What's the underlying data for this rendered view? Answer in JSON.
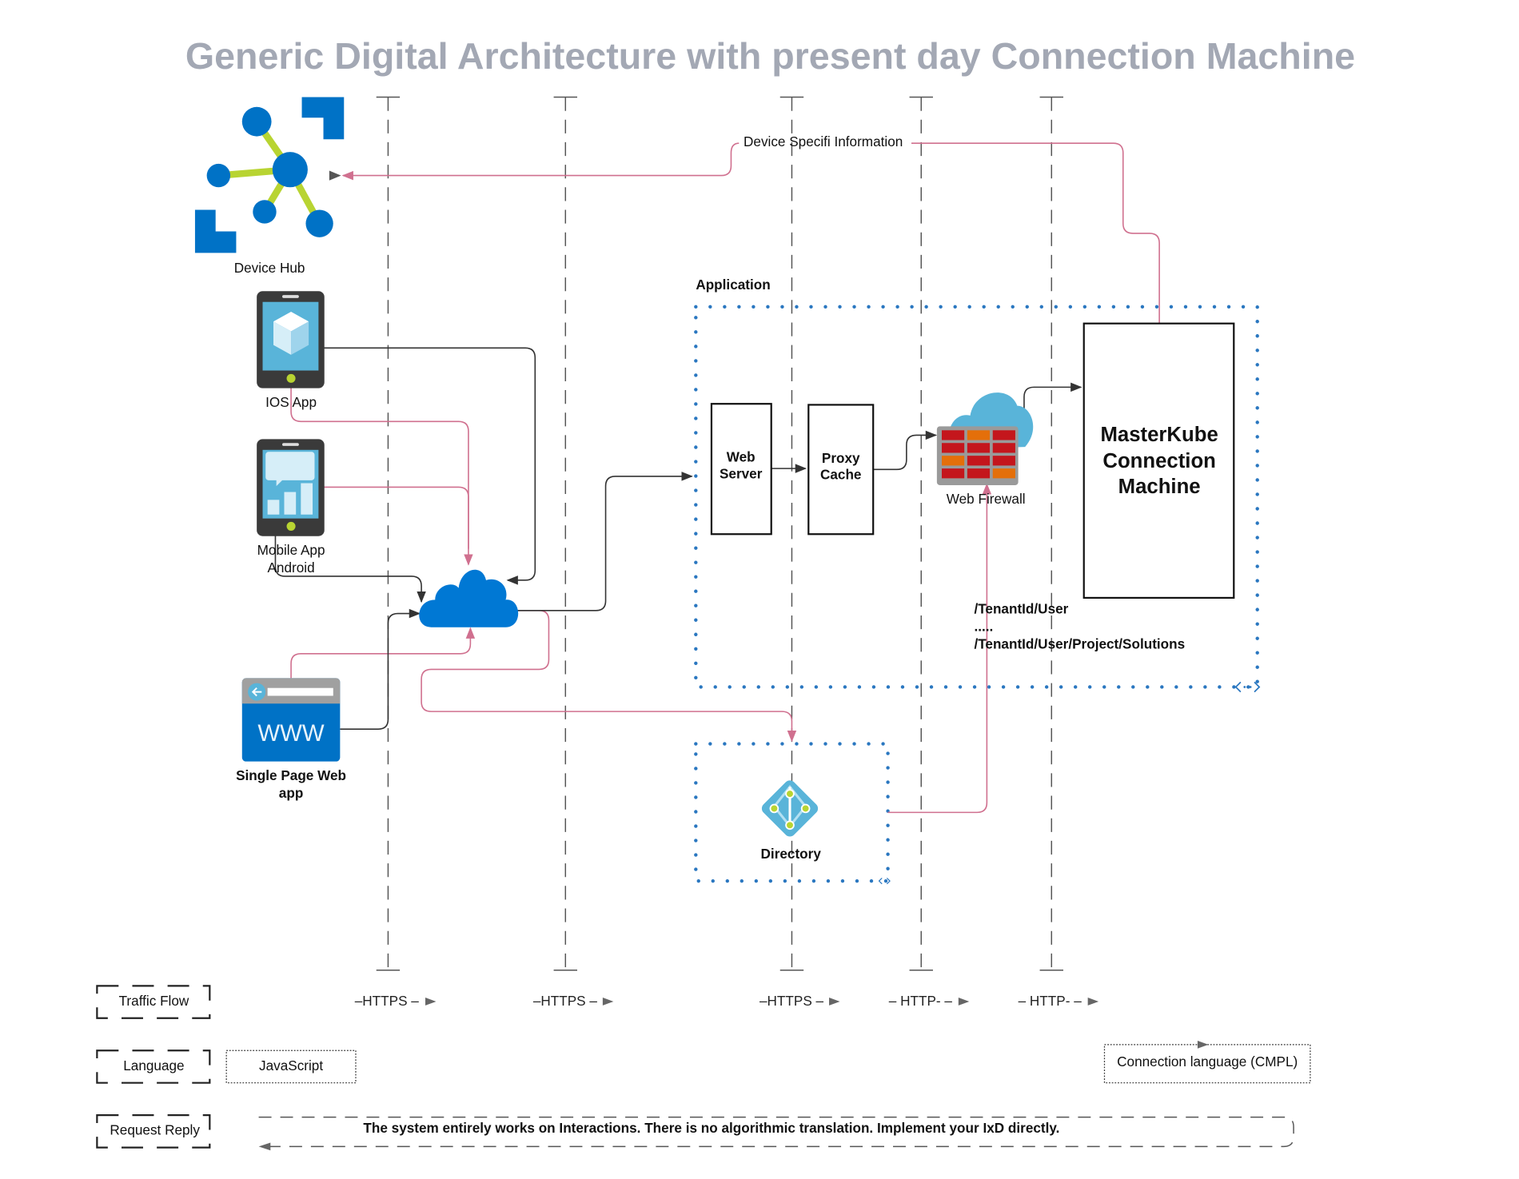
{
  "title": "Generic Digital Architecture with present day Connection Machine",
  "nodes": {
    "device_hub": {
      "label": "Device Hub",
      "icon": "device-hub-icon"
    },
    "ios_app": {
      "label": "IOS App",
      "icon": "mobile-phone-cube-icon"
    },
    "android_app": {
      "label_line1": "Mobile App",
      "label_line2": "Android",
      "icon": "mobile-phone-chart-icon"
    },
    "spa": {
      "label_line1": "Single Page Web",
      "label_line2": "app",
      "icon": "web-browser-www-icon",
      "icon_text": "WWW"
    },
    "cloud": {
      "icon": "cloud-icon"
    },
    "web_server": {
      "label_line1": "Web",
      "label_line2": "Server"
    },
    "proxy_cache": {
      "label_line1": "Proxy",
      "label_line2": "Cache"
    },
    "web_firewall": {
      "label": "Web Firewall",
      "icon": "firewall-cloud-icon"
    },
    "masterkube": {
      "label_line1": "MasterKube",
      "label_line2": "Connection",
      "label_line3": "Machine"
    },
    "directory": {
      "label": "Directory",
      "icon": "directory-icon"
    }
  },
  "groups": {
    "application": {
      "label": "Application"
    }
  },
  "annotations": {
    "device_info": "Device Specifi Information",
    "paths": [
      "/TenantId/User",
      ".....",
      "/TenantId/User/Project/Solutions"
    ]
  },
  "legend": {
    "traffic_flow": "Traffic Flow",
    "language": "Language",
    "language_value": "JavaScript",
    "request_reply": "Request Reply",
    "request_reply_text": "The system entirely works on Interactions. There is no algorithmic translation.  Implement your IxD  directly.",
    "connection_language": "Connection language (CMPL)",
    "protocols": [
      "–HTTPS –",
      "–HTTPS –",
      "–HTTPS –",
      "– HTTP- –",
      "– HTTP- –"
    ]
  },
  "colors": {
    "title": "#a3a8b4",
    "azure_blue": "#0078d4",
    "light_blue": "#59b4d9",
    "flow_pink": "#d0708f",
    "flow_dark": "#333333",
    "group_dots": "#2a77c0",
    "lime": "#b8d432",
    "firewall_red": "#c4161c",
    "firewall_orange": "#e46f0a"
  }
}
